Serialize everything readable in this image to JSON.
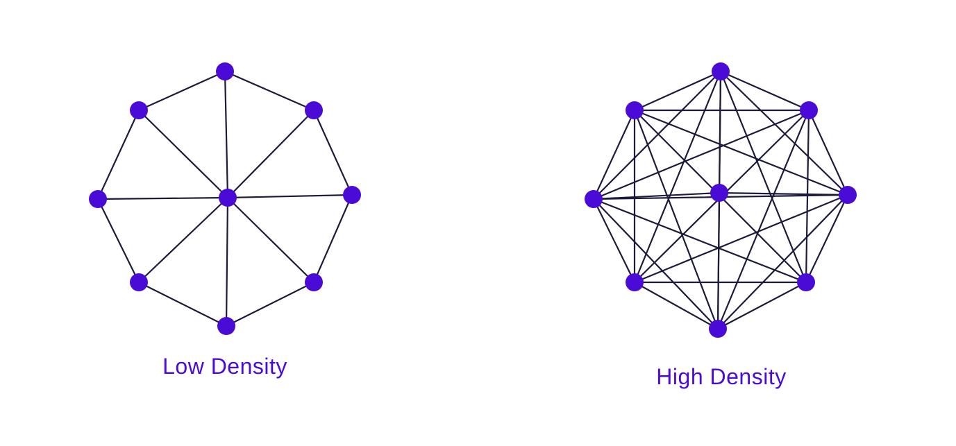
{
  "colors": {
    "node": "#4a0bd6",
    "edge": "#1c1b3a",
    "label": "#4a0bd6",
    "background": "#ffffff"
  },
  "graphs": [
    {
      "id": "low-density",
      "label": "Low Density",
      "nodes": [
        "top",
        "top-right",
        "right",
        "bottom-right",
        "bottom",
        "bottom-left",
        "left",
        "top-left",
        "center"
      ],
      "edges": [
        [
          "top",
          "top-right"
        ],
        [
          "top-right",
          "right"
        ],
        [
          "right",
          "bottom-right"
        ],
        [
          "bottom-right",
          "bottom"
        ],
        [
          "bottom",
          "bottom-left"
        ],
        [
          "bottom-left",
          "left"
        ],
        [
          "left",
          "top-left"
        ],
        [
          "top-left",
          "top"
        ],
        [
          "center",
          "top"
        ],
        [
          "center",
          "top-right"
        ],
        [
          "center",
          "right"
        ],
        [
          "center",
          "bottom-right"
        ],
        [
          "center",
          "bottom"
        ],
        [
          "center",
          "bottom-left"
        ],
        [
          "center",
          "left"
        ],
        [
          "center",
          "top-left"
        ]
      ]
    },
    {
      "id": "high-density",
      "label": "High Density",
      "nodes": [
        "top",
        "top-right",
        "right",
        "bottom-right",
        "bottom",
        "bottom-left",
        "left",
        "top-left",
        "center"
      ],
      "edges": "complete-outer-plus-center"
    }
  ]
}
